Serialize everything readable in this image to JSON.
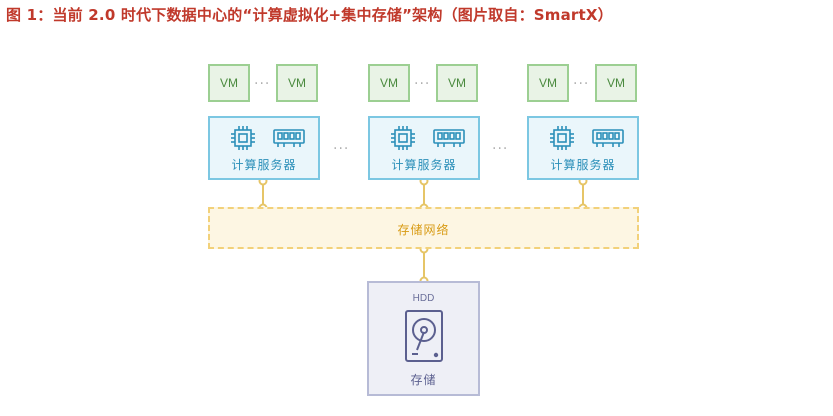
{
  "caption": "图 1：当前 2.0 时代下数据中心的“计算虚拟化+集中存储”架构（图片取自：SmartX）",
  "vm_label": "VM",
  "server_label": "计算服务器",
  "network_label": "存储网络",
  "storage": {
    "hdd_label": "HDD",
    "label": "存储"
  },
  "ellipsis": "···",
  "colors": {
    "caption": "#c0392b",
    "vm": "#9ccf92",
    "server": "#7cc7e2",
    "network": "#f2d17a",
    "storage": "#b7bbd6"
  },
  "icons": [
    "cpu-chip-icon",
    "memory-module-icon",
    "hard-disk-icon"
  ]
}
